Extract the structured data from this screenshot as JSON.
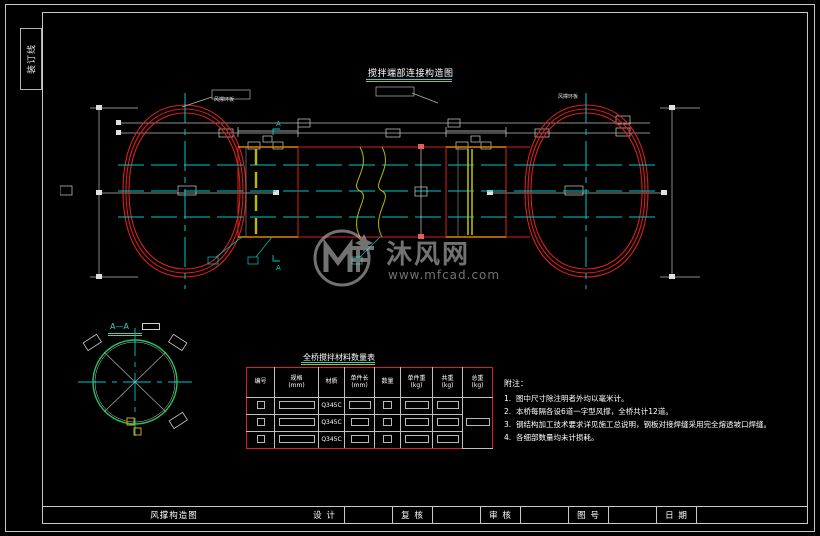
{
  "sheet": {
    "binding_label": "装订线",
    "drawing_title": "搅拌端部连接构造图"
  },
  "section": {
    "label": "A—A",
    "tag": ""
  },
  "callouts": {
    "section_top": "A",
    "section_bottom": "A",
    "left_ring_note": "风撑环板",
    "right_ring_note": "风撑环板"
  },
  "table": {
    "title": "全桥搅拌材料数量表",
    "headers": [
      {
        "line1": "编号",
        "line2": ""
      },
      {
        "line1": "规格",
        "line2": "(mm)"
      },
      {
        "line1": "材质",
        "line2": ""
      },
      {
        "line1": "单件长",
        "line2": "(mm)"
      },
      {
        "line1": "数量",
        "line2": ""
      },
      {
        "line1": "单件重",
        "line2": "(kg)"
      },
      {
        "line1": "共重",
        "line2": "(kg)"
      },
      {
        "line1": "总重",
        "line2": "(kg)"
      }
    ],
    "rows": [
      {
        "no": "",
        "spec": "",
        "material": "Q345C",
        "length": "",
        "qty": "",
        "unit_weight": "",
        "sub_weight": "",
        "total_weight": ""
      },
      {
        "no": "",
        "spec": "",
        "material": "Q345C",
        "length": "",
        "qty": "",
        "unit_weight": "",
        "sub_weight": "",
        "total_weight": ""
      },
      {
        "no": "",
        "spec": "",
        "material": "Q345C",
        "length": "",
        "qty": "",
        "unit_weight": "",
        "sub_weight": "",
        "total_weight": ""
      }
    ]
  },
  "notes": {
    "heading": "附注：",
    "items": [
      {
        "num": "1.",
        "text": "图中尺寸除注明者外均以毫米计。"
      },
      {
        "num": "2.",
        "text": "本桥每隔各设6道一字型风撑，全桥共计12道。"
      },
      {
        "num": "3.",
        "text": "钢结构加工技术要求详见施工总说明，钢板对接焊缝采用完全熔透坡口焊缝。"
      },
      {
        "num": "4.",
        "text": "各细部数量均未计损耗。"
      }
    ]
  },
  "title_block": {
    "sheet_name": "风撑构造图",
    "fields": [
      {
        "label": "设 计",
        "value": ""
      },
      {
        "label": "复 核",
        "value": ""
      },
      {
        "label": "审 核",
        "value": ""
      },
      {
        "label": "图 号",
        "value": ""
      },
      {
        "label": "日 期",
        "value": ""
      }
    ]
  },
  "watermark": {
    "text": "沐风网",
    "url": "www.mfcad.com"
  },
  "colors": {
    "background": "#000000",
    "frame": "#c8c8c8",
    "red_outline": "#d92020",
    "cyan_centerline": "#00c8c8",
    "yellow_hatch": "#b9b900",
    "orange_plate": "#e08000",
    "green_circle": "#22c55e",
    "white_text": "#ffffff"
  }
}
